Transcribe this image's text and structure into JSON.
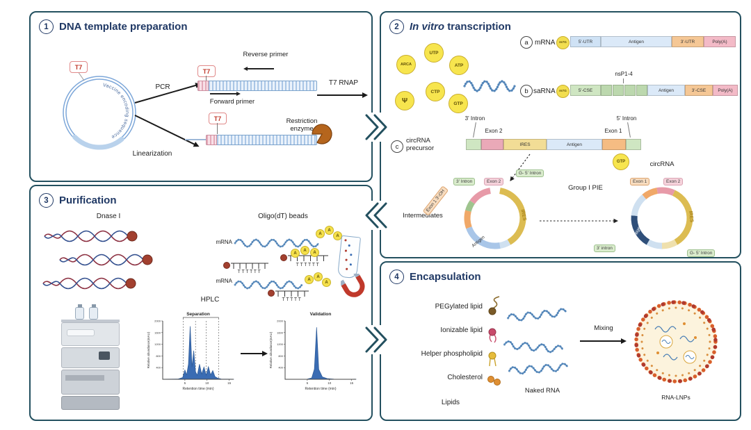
{
  "panel1": {
    "number": "1",
    "title": "DNA template preparation",
    "t7_tag": "T7",
    "plasmid_text": "Vaccine encoding sequence",
    "pcr": "PCR",
    "linearization": "Linearization",
    "reverse_primer": "Reverse primer",
    "forward_primer": "Forward primer",
    "restriction_enzyme_line1": "Restriction",
    "restriction_enzyme_line2": "enzyme",
    "t7_rnap": "T7 RNAP"
  },
  "panel2": {
    "number": "2",
    "title_italic": "In vitro",
    "title_rest": "transcription",
    "ntps": [
      "ARCA",
      "UTP",
      "ATP",
      "Ψ",
      "CTP",
      "GTP"
    ],
    "rows": {
      "a": {
        "badge": "a",
        "name": "mRNA",
        "cap": "m7G",
        "seg1": "5'-UTR",
        "seg2": "Antigen",
        "seg3": "3'-UTR",
        "seg4": "Poly(A)"
      },
      "b": {
        "badge": "b",
        "name": "saRNA",
        "cap": "m7G",
        "nsp": "nsP1-4",
        "seg1": "5'-CSE",
        "seg2": "Antigen",
        "seg3": "3'-CSE",
        "seg4": "Poly(A)"
      },
      "c": {
        "badge": "c",
        "name1": "circRNA",
        "name2": "precursor",
        "intron3": "3' Intron",
        "exon2": "Exon 2",
        "ires": "IRES",
        "antigen": "Antigen",
        "exon1": "Exon 1",
        "intron5": "5' Intron",
        "gtp": "GTP"
      }
    },
    "intermediates": {
      "label": "Intermediates",
      "tag_intron3": "3' Intron",
      "tag_exon2": "Exon 2",
      "tag_g5intron": "G- 5' Intron",
      "tag_exon1": "Exon 1  3'-OH",
      "ires": "IRES",
      "antigen": "Antigen"
    },
    "group_pie": "Group I PIE",
    "circrna": {
      "label": "circRNA",
      "tag_exon1": "Exon 1",
      "tag_exon2": "Exon 2",
      "tag_intron3": "3' intron",
      "tag_g5intron": "G- 5' Intron",
      "ires": "IRES",
      "antigen": "Antigen"
    }
  },
  "panel3": {
    "number": "3",
    "title": "Purification",
    "dnase": "Dnase I",
    "oligo": "Oligo(dT) beads",
    "mrna_top": "mRNA",
    "mrna_bottom": "mRNA",
    "t_comb1": "TTTTTT",
    "t_comb2": "TTTTTT",
    "t_comb3": "TTTTT",
    "polyA": [
      "A",
      "A",
      "A"
    ],
    "hplc": "HPLC"
  },
  "panel4": {
    "number": "4",
    "title": "Encapsulation",
    "lipid1": "PEGylated lipid",
    "lipid2": "Ionizable lipid",
    "lipid3": "Helper phospholipid",
    "lipid4": "Cholesterol",
    "lipids": "Lipids",
    "naked_rna": "Naked RNA",
    "mixing": "Mixing",
    "rna_lnps": "RNA-LNPs"
  },
  "chart_data": [
    {
      "type": "area",
      "title": "Separation",
      "xlabel": "Retention time (min)",
      "ylabel": "Relative abundance(mAU)",
      "xlim": [
        0,
        16
      ],
      "ylim": [
        0,
        2000
      ],
      "xticks": [
        5,
        10,
        15
      ],
      "yticks": [
        400,
        800,
        1200,
        1600,
        2000
      ],
      "dashed_x": [
        4.6,
        7.4,
        9.8,
        12.6
      ],
      "bracket": [
        4.6,
        12.6
      ],
      "color": "#3a6cb3",
      "x": [
        0,
        3.5,
        4.5,
        5,
        5.4,
        5.8,
        6.2,
        6.6,
        7,
        7.4,
        7.8,
        8.3,
        8.8,
        9.3,
        9.8,
        10.3,
        10.8,
        11.3,
        11.8,
        12.4,
        13.2,
        16
      ],
      "y": [
        5,
        10,
        60,
        320,
        150,
        520,
        1820,
        420,
        980,
        260,
        140,
        520,
        180,
        420,
        140,
        430,
        150,
        300,
        90,
        40,
        10,
        5
      ]
    },
    {
      "type": "area",
      "title": "Validation",
      "xlabel": "Retention time (min)",
      "ylabel": "Relative abundance(mAU)",
      "xlim": [
        0,
        16
      ],
      "ylim": [
        0,
        2000
      ],
      "xticks": [
        5,
        10,
        15
      ],
      "yticks": [
        400,
        800,
        1200,
        1600,
        2000
      ],
      "dashed_x": [],
      "bracket": null,
      "color": "#3a6cb3",
      "x": [
        0,
        5,
        6,
        6.6,
        7.1,
        7.6,
        8.4,
        9.5,
        11,
        16
      ],
      "y": [
        5,
        8,
        50,
        350,
        1780,
        340,
        80,
        25,
        8,
        5
      ]
    }
  ]
}
